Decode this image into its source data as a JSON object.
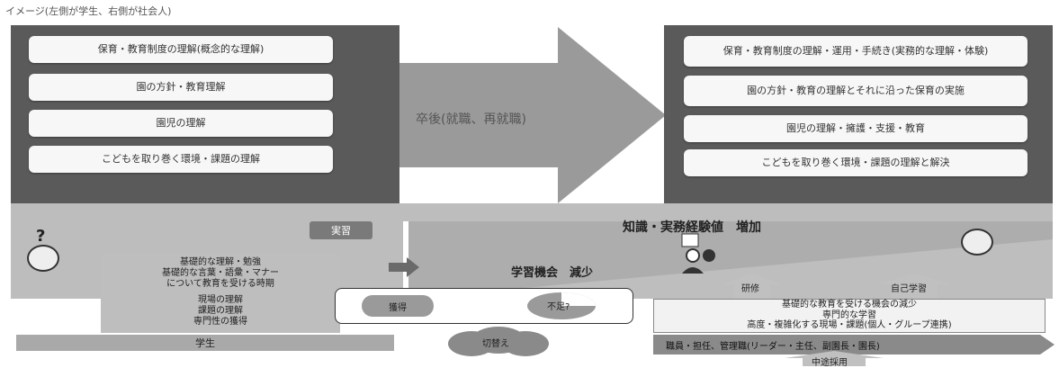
{
  "caption": "イメージ(左側が学生、右側が社会人)",
  "left_boxes": [
    "保育・教育制度の理解(概念的な理解)",
    "園の方針・教育理解",
    "園児の理解",
    "こどもを取り巻く環境・課題の理解"
  ],
  "arrow_label": "卒後(就職、再就職)",
  "right_boxes": [
    "保育・教育制度の理解・運用・手続き(実務的な理解・体験)",
    "園の方針・教育の理解とそれに沿った保育の実施",
    "園児の理解・擁護・支援・教育",
    "こどもを取り巻く環境・課題の理解と解決"
  ],
  "knowledge_label": "知識・実務経験値　増加",
  "practicum_tag": "実習",
  "learning_label": "学習機会　減少",
  "student_box": {
    "line1": "基礎的な理解・勉強",
    "line2": "基礎的な言葉・語彙・マナー",
    "line3": "について教育を受ける時期",
    "line4": "現場の理解",
    "line5": "課題の理解",
    "line6": "専門性の獲得"
  },
  "acquire_label": "獲得",
  "lacking_label": "不足?",
  "training_label": "研修",
  "self_study_label": "自己学習",
  "adult_box": {
    "line1": "基礎的な教育を受ける機会の減少",
    "line2": "専門的な学習",
    "line3": "高度・複雑化する現場・課題(個人・グループ連携)"
  },
  "roles_label": "職員・担任、管理職(リーダー・主任、副園長・園長)",
  "student_label": "学生",
  "switch_label": "切替え",
  "midcareer_label": "中途採用",
  "question_mark": "?"
}
